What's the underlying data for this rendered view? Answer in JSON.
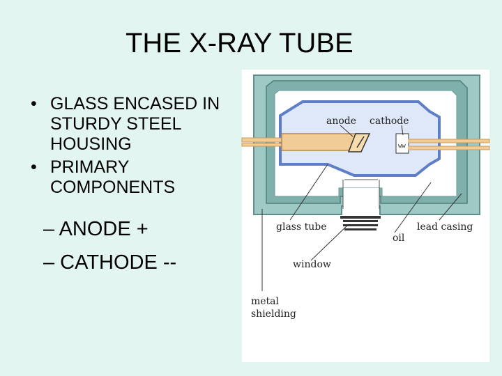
{
  "slide": {
    "title": "THE X-RAY TUBE",
    "bullets": [
      {
        "marker": "•",
        "text": "GLASS ENCASED IN STURDY STEEL HOUSING"
      },
      {
        "marker": "•",
        "text": "PRIMARY COMPONENTS"
      }
    ],
    "sub_items": [
      "– ANODE +",
      "– CATHODE --"
    ]
  },
  "diagram": {
    "labels": {
      "anode": "anode",
      "cathode": "cathode",
      "glass_tube": "glass tube",
      "lead_casing": "lead casing",
      "oil": "oil",
      "window": "window",
      "metal_shielding_line1": "metal",
      "metal_shielding_line2": "shielding"
    },
    "colors": {
      "metal_shielding": "#9ec9c4",
      "lead_casing": "#7fb0ab",
      "glass_tube": "#5e7fc8",
      "anode": "#f2cc96",
      "leads": "#f2cc96"
    }
  }
}
